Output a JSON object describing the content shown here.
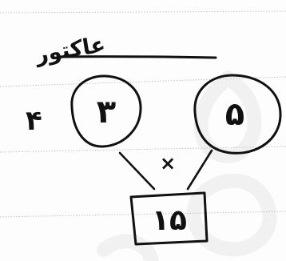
{
  "worksheet": {
    "title": "عاکتور",
    "left_label": "۴",
    "factor_left": "۳",
    "factor_right": "۵",
    "operator": "×",
    "result": "۱۵"
  }
}
